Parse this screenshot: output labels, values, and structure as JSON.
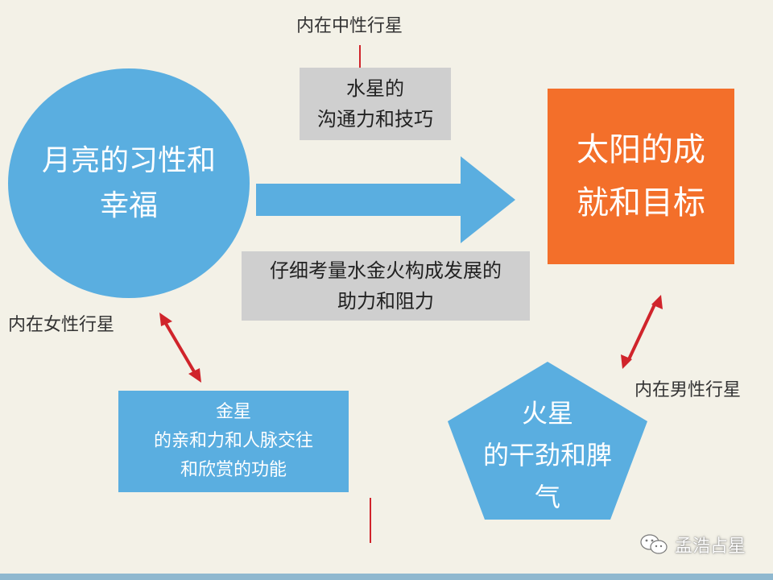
{
  "labels": {
    "neutral": "内在中性行星",
    "female": "内在女性行星",
    "male": "内在男性行星"
  },
  "moon": {
    "line1": "月亮的习性和",
    "line2": "幸福"
  },
  "mercury": {
    "line1": "水星的",
    "line2": "沟通力和技巧"
  },
  "sun": {
    "line1": "太阳的成",
    "line2": "就和目标"
  },
  "middle": {
    "line1": "仔细考量水金火构成发展的",
    "line2": "助力和阻力"
  },
  "venus": {
    "line1": "金星",
    "line2": "的亲和力和人脉交往",
    "line3": "和欣赏的功能"
  },
  "mars": {
    "line1": "火星",
    "line2": "的干劲和脾",
    "line3": "气"
  },
  "watermark": {
    "text": "孟浩占星",
    "icon": "wechat-icon"
  },
  "colors": {
    "blue": "#5aaee0",
    "orange": "#f36f2a",
    "grey": "#cfcfcf",
    "arrow_red": "#d0242b",
    "background": "#f3f1e7"
  }
}
